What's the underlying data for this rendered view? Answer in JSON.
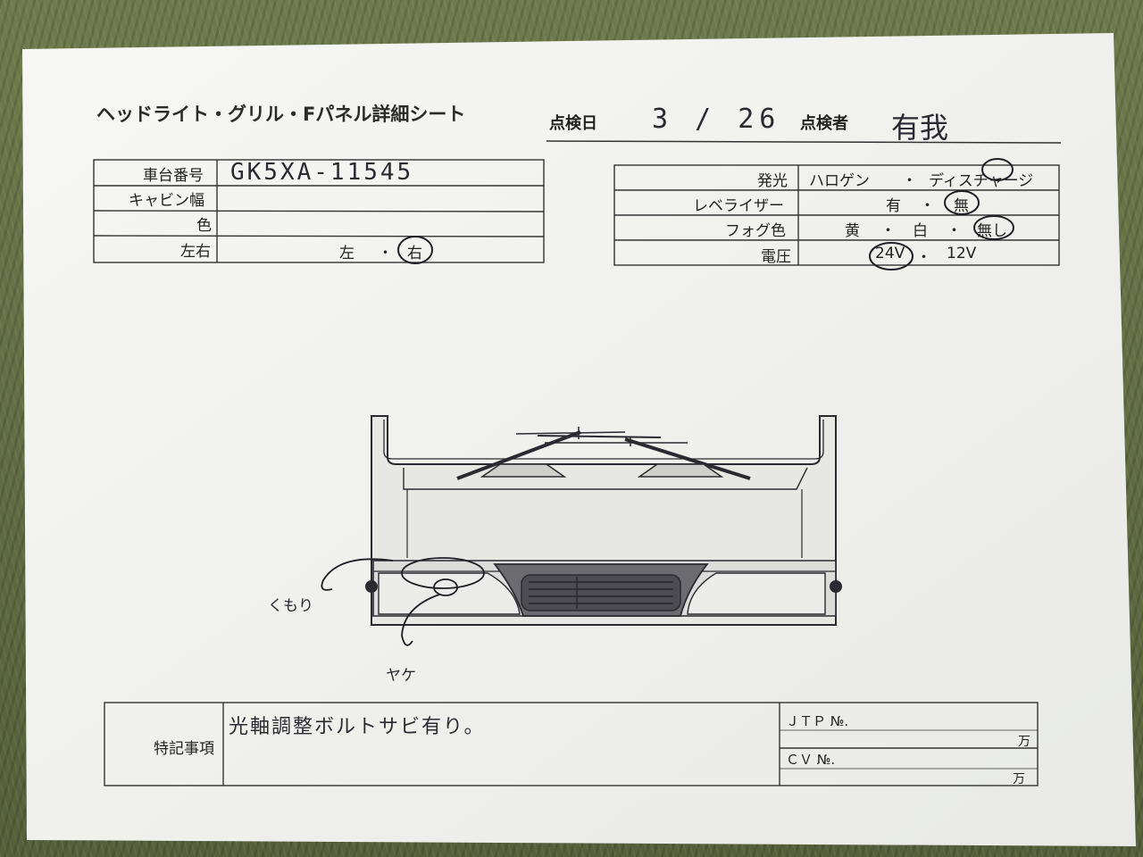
{
  "sheet_title": "ヘッドライト・グリル・Fパネル詳細シート",
  "inspection": {
    "date_label": "点検日",
    "date_value": "3 / 26",
    "inspector_label": "点検者",
    "inspector_value": "有我"
  },
  "vehicle_table": [
    {
      "label": "車台番号",
      "value": "GK5XA-11545"
    },
    {
      "label": "キャビン幅",
      "value": ""
    },
    {
      "label": "色",
      "value": ""
    },
    {
      "label": "左右",
      "options": [
        "左",
        "右"
      ],
      "selected": "右"
    }
  ],
  "spec_table": [
    {
      "label": "発光",
      "options": [
        "ハロゲン",
        "ディスチャージ"
      ],
      "selected": "ディスチャージ"
    },
    {
      "label": "レベライザー",
      "options": [
        "有",
        "無"
      ],
      "selected": "無"
    },
    {
      "label": "フォグ色",
      "options": [
        "黄",
        "白",
        "無し"
      ],
      "selected": "無し"
    },
    {
      "label": "電圧",
      "options": [
        "24V",
        "12V"
      ],
      "selected": "24V"
    }
  ],
  "separator": "・",
  "annotations": {
    "cloudy": "くもり",
    "burn": "ヤケ"
  },
  "remarks": {
    "label": "特記事項",
    "text": "光軸調整ボルトサビ有り。",
    "jtp_label": "ＪＴＰ №.",
    "cv_label": "ＣＶ №.",
    "unit": "万"
  },
  "colors": {
    "paper": "#f4f4f2",
    "ink": "#2a2a30",
    "grass": "#5f6b3f"
  }
}
